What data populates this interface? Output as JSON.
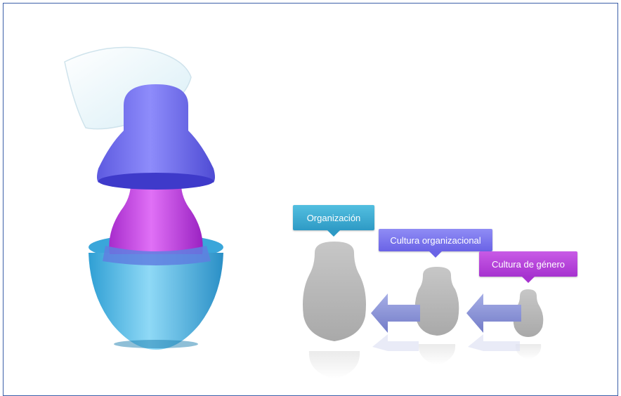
{
  "callouts": {
    "organization": "Organización",
    "organizational_culture": "Cultura organizacional",
    "gender_culture": "Cultura de género"
  },
  "colors": {
    "border": "#3b5fa8",
    "doll_blue_top": "#6f6cf0",
    "doll_pink": "#c63fe2",
    "doll_cyan_base": "#4fb6e3",
    "silhouette": "#b8b8b8",
    "arrow": "#8e97d6"
  },
  "icons": [
    "matryoshka-doll-icon",
    "left-arrow-icon"
  ]
}
